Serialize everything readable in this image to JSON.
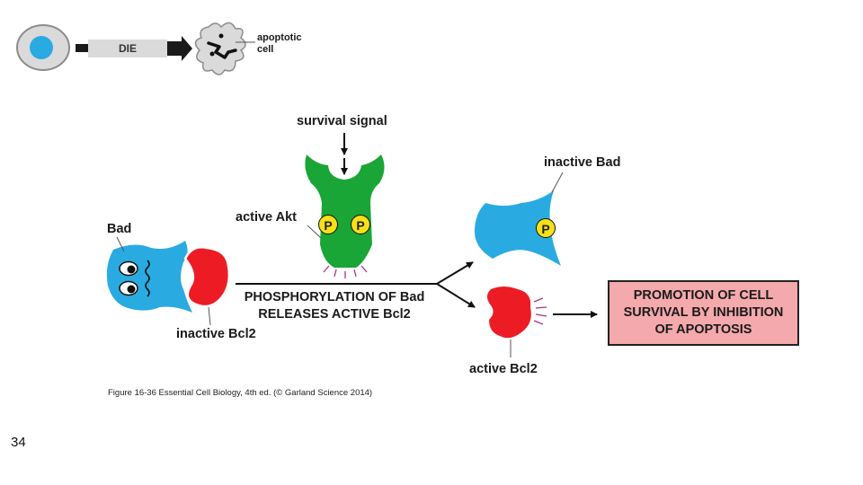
{
  "top_row": {
    "die_label": "DIE",
    "apoptotic_label": "apoptotic\ncell"
  },
  "labels": {
    "survival_signal": "survival signal",
    "active_akt": "active Akt",
    "bad": "Bad",
    "inactive_bcl2": "inactive Bcl2",
    "inactive_bad": "inactive Bad",
    "active_bcl2": "active Bcl2",
    "phosphate": "P"
  },
  "phosphorylation_text": "PHOSPHORYLATION OF Bad\nRELEASES ACTIVE Bcl2",
  "promotion_text": "PROMOTION OF CELL\nSURVIVAL BY INHIBITION\nOF APOPTOSIS",
  "caption": "Figure 16-36  Essential Cell Biology, 4th ed. (© Garland Science 2014)",
  "page_number": "34",
  "colors": {
    "bad_blue": "#29abe2",
    "bcl2_red": "#ed1c24",
    "akt_green": "#1aa537",
    "phosphate_yellow": "#f7e017",
    "promo_pink": "#f4a9ad",
    "cell_gray": "#d9dad9"
  }
}
